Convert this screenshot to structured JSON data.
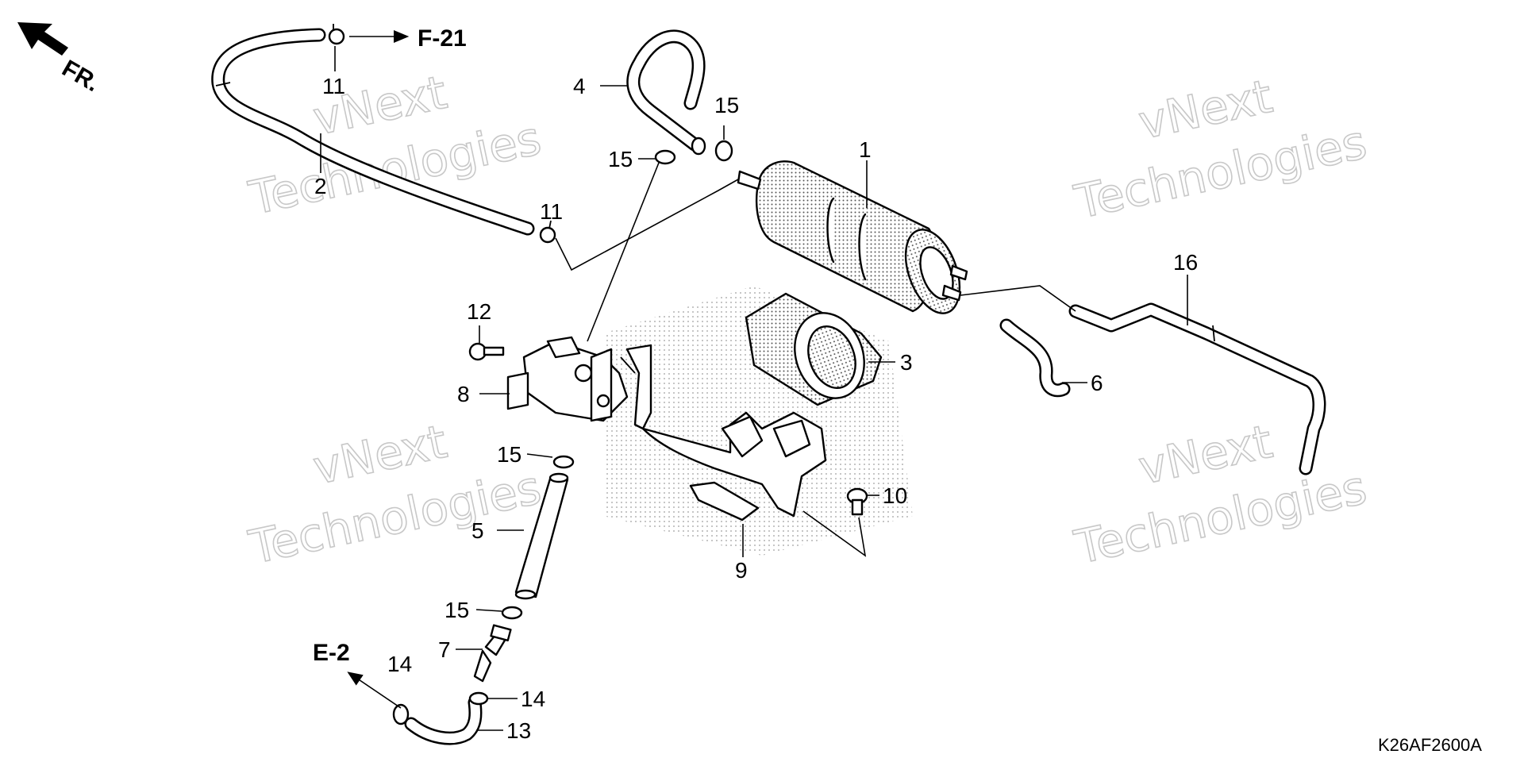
{
  "diagram_code": "K26AF2600A",
  "front_indicator": "FR.",
  "references": {
    "f21": "F-21",
    "e2": "E-2"
  },
  "watermark": {
    "line1": "vNext",
    "line2": "Technologies"
  },
  "callouts": {
    "p1": "1",
    "p2": "2",
    "p3": "3",
    "p4": "4",
    "p5": "5",
    "p6": "6",
    "p7": "7",
    "p8": "8",
    "p9": "9",
    "p10": "10",
    "p11a": "11",
    "p11b": "11",
    "p12": "12",
    "p13": "13",
    "p14a": "14",
    "p14b": "14",
    "p15a": "15",
    "p15b": "15",
    "p15c": "15",
    "p15d": "15",
    "p16": "16"
  }
}
